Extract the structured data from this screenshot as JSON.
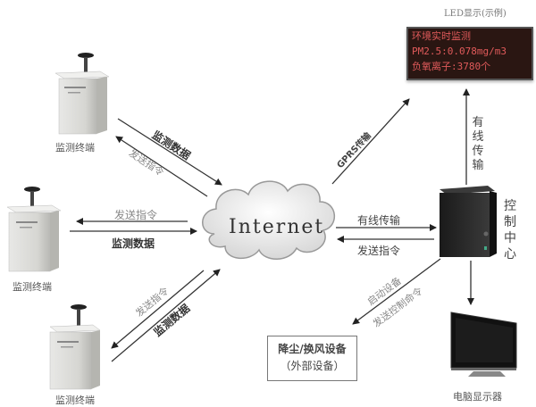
{
  "led": {
    "title": "LED显示",
    "title_note": "(示例)",
    "lines": [
      "环境实时监测",
      "PM2.5:0.078mg/m3",
      "负氧离子:3780个"
    ],
    "text_color": "#e05a5a",
    "bg_color": "#2a1612"
  },
  "cloud": {
    "label": "Internet"
  },
  "terminals": [
    {
      "caption": "监测终端"
    },
    {
      "caption": "监测终端"
    },
    {
      "caption": "监测终端"
    }
  ],
  "links": {
    "t1_data": "监测数据",
    "t1_cmd": "发送指令",
    "t2_cmd": "发送指令",
    "t2_data": "监测数据",
    "t3_cmd": "发送指令",
    "t3_data": "监测数据",
    "gprs": "GPRS传输",
    "wired_to_led": "有线传输",
    "wired_to_center": "有线传输",
    "center_cmd": "发送指令",
    "start_device": "启动设备",
    "send_control": "发送控制命令"
  },
  "control_center": {
    "label": "控制中心"
  },
  "external_device": {
    "line1": "降尘/换风设备",
    "line2": "（外部设备）"
  },
  "monitor": {
    "caption": "电脑显示器"
  }
}
